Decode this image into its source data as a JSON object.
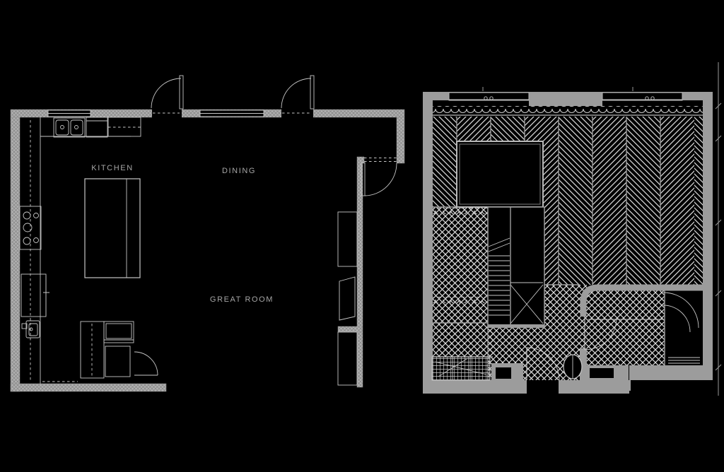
{
  "colors": {
    "background": "#000000",
    "line": "#c6c6c6",
    "hatch": "#dedede",
    "wall_solid": "#9c9c9c",
    "wall_base": "#b0b0b0",
    "wall_texture": "#838383",
    "text": "#a6a6a6",
    "dimension": "#999999"
  },
  "left_plan": {
    "labels": {
      "kitchen": "KITCHEN",
      "dining": "DINING",
      "great_room": "GREAT ROOM"
    }
  }
}
